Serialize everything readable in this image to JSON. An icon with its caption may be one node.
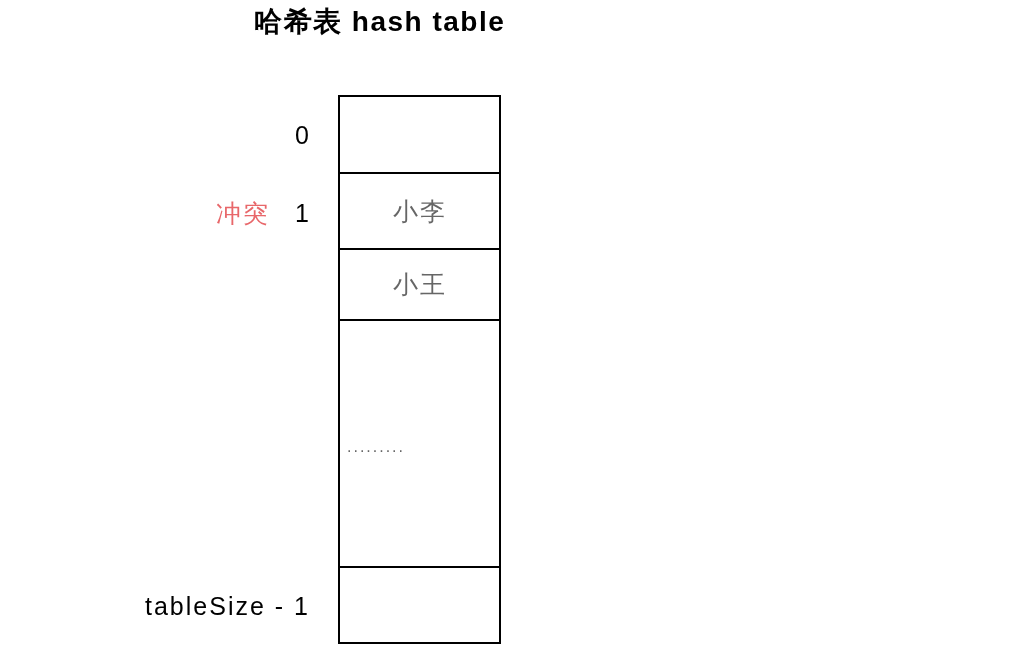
{
  "diagram": {
    "title": "哈希表 hash table",
    "nodes": [
      {
        "text": [],
        "shape": "box",
        "beside": [
          "0"
        ]
      },
      {
        "text": [
          "小李"
        ],
        "beside": [
          "冲突",
          "1"
        ]
      },
      {
        "text": [
          "小王"
        ]
      },
      {
        "text": [
          "........."
        ]
      },
      {
        "text": [],
        "shape": "box",
        "beside": [
          "tableSize - 1"
        ]
      }
    ]
  }
}
